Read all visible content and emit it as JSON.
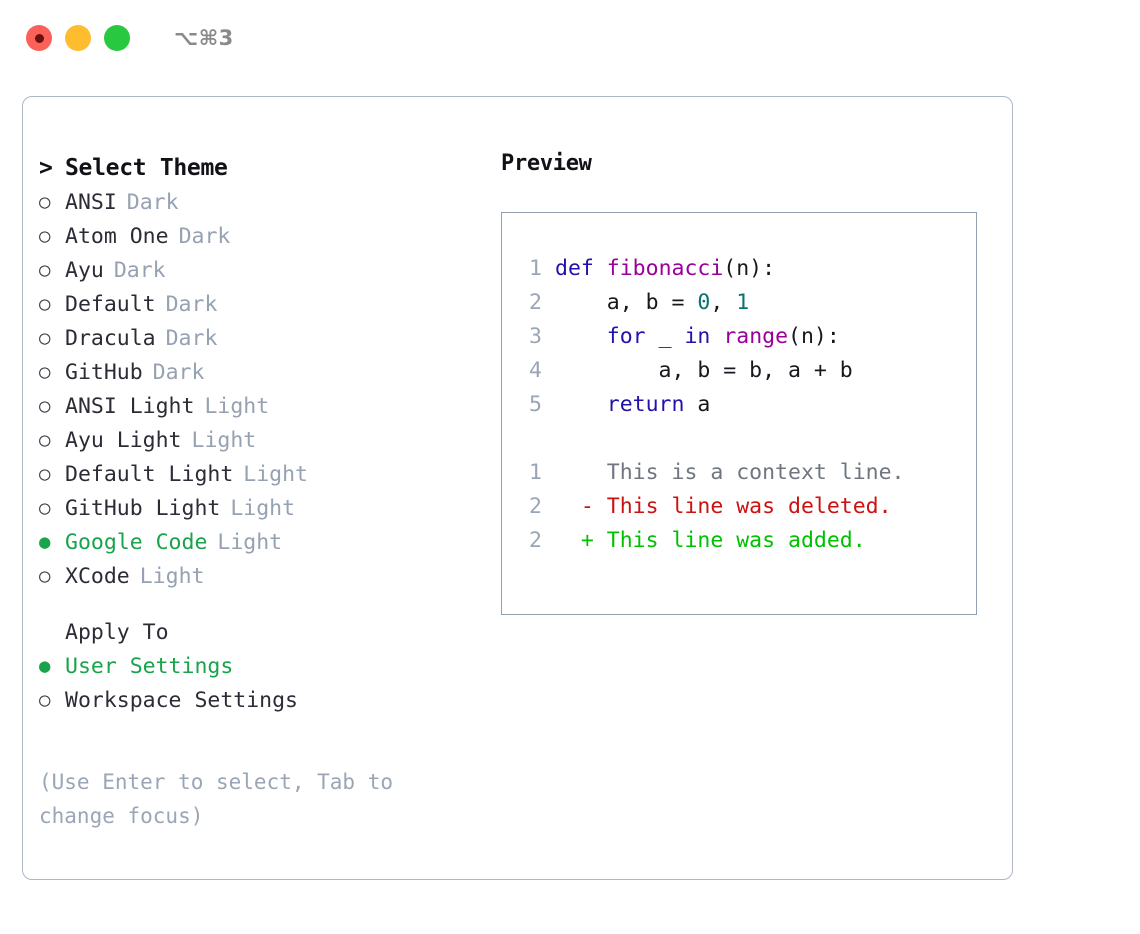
{
  "titlebar": {
    "shortcut": "⌥⌘3",
    "buttons": [
      {
        "name": "close",
        "color": "#fc6159"
      },
      {
        "name": "minimize",
        "color": "#fdbd2e"
      },
      {
        "name": "maximize",
        "color": "#28c840"
      }
    ]
  },
  "theme_list": {
    "header": "Select Theme",
    "caret": ">",
    "bullet_selected": "●",
    "bullet_unselected": "○",
    "items": [
      {
        "name": "ANSI",
        "kind": "Dark",
        "selected": false
      },
      {
        "name": "Atom One",
        "kind": "Dark",
        "selected": false
      },
      {
        "name": "Ayu",
        "kind": "Dark",
        "selected": false
      },
      {
        "name": "Default",
        "kind": "Dark",
        "selected": false
      },
      {
        "name": "Dracula",
        "kind": "Dark",
        "selected": false
      },
      {
        "name": "GitHub",
        "kind": "Dark",
        "selected": false
      },
      {
        "name": "ANSI Light",
        "kind": "Light",
        "selected": false
      },
      {
        "name": "Ayu Light",
        "kind": "Light",
        "selected": false
      },
      {
        "name": "Default Light",
        "kind": "Light",
        "selected": false
      },
      {
        "name": "GitHub Light",
        "kind": "Light",
        "selected": false
      },
      {
        "name": "Google Code",
        "kind": "Light",
        "selected": true
      },
      {
        "name": "XCode",
        "kind": "Light",
        "selected": false
      }
    ]
  },
  "apply_to": {
    "header": "Apply To",
    "items": [
      {
        "name": "User Settings",
        "selected": true
      },
      {
        "name": "Workspace Settings",
        "selected": false
      }
    ]
  },
  "hint": "(Use Enter to select, Tab to change focus)",
  "preview": {
    "title": "Preview",
    "code_lines": [
      {
        "no": "1",
        "tokens": [
          {
            "t": "def",
            "c": "kw"
          },
          {
            "t": " ",
            "c": "plain"
          },
          {
            "t": "fibonacci",
            "c": "fn"
          },
          {
            "t": "(n):",
            "c": "plain"
          }
        ]
      },
      {
        "no": "2",
        "tokens": [
          {
            "t": "    a, b = ",
            "c": "plain"
          },
          {
            "t": "0",
            "c": "num"
          },
          {
            "t": ", ",
            "c": "plain"
          },
          {
            "t": "1",
            "c": "num"
          }
        ]
      },
      {
        "no": "3",
        "tokens": [
          {
            "t": "    ",
            "c": "plain"
          },
          {
            "t": "for",
            "c": "kw"
          },
          {
            "t": " _ ",
            "c": "plain"
          },
          {
            "t": "in",
            "c": "kw"
          },
          {
            "t": " ",
            "c": "plain"
          },
          {
            "t": "range",
            "c": "fn"
          },
          {
            "t": "(n):",
            "c": "plain"
          }
        ]
      },
      {
        "no": "4",
        "tokens": [
          {
            "t": "        a, b = b, a + b",
            "c": "plain"
          }
        ]
      },
      {
        "no": "5",
        "tokens": [
          {
            "t": "    ",
            "c": "plain"
          },
          {
            "t": "return",
            "c": "kw"
          },
          {
            "t": " a",
            "c": "plain"
          }
        ]
      }
    ],
    "diff_lines": [
      {
        "no": "1",
        "marker": " ",
        "text": " This is a context line.",
        "kind": "ctx"
      },
      {
        "no": "2",
        "marker": "-",
        "text": " This line was deleted.",
        "kind": "del"
      },
      {
        "no": "2",
        "marker": "+",
        "text": " This line was added.",
        "kind": "add"
      }
    ]
  },
  "colors": {
    "accent_green": "#19a34a",
    "muted": "#96a1b2",
    "keyword": "#2211aa",
    "function": "#990099",
    "number": "#0b7272",
    "diff_deleted": "#cc1111",
    "diff_added": "#00c000",
    "panel_border": "#aeb7c3",
    "preview_border": "#93a0b0"
  }
}
